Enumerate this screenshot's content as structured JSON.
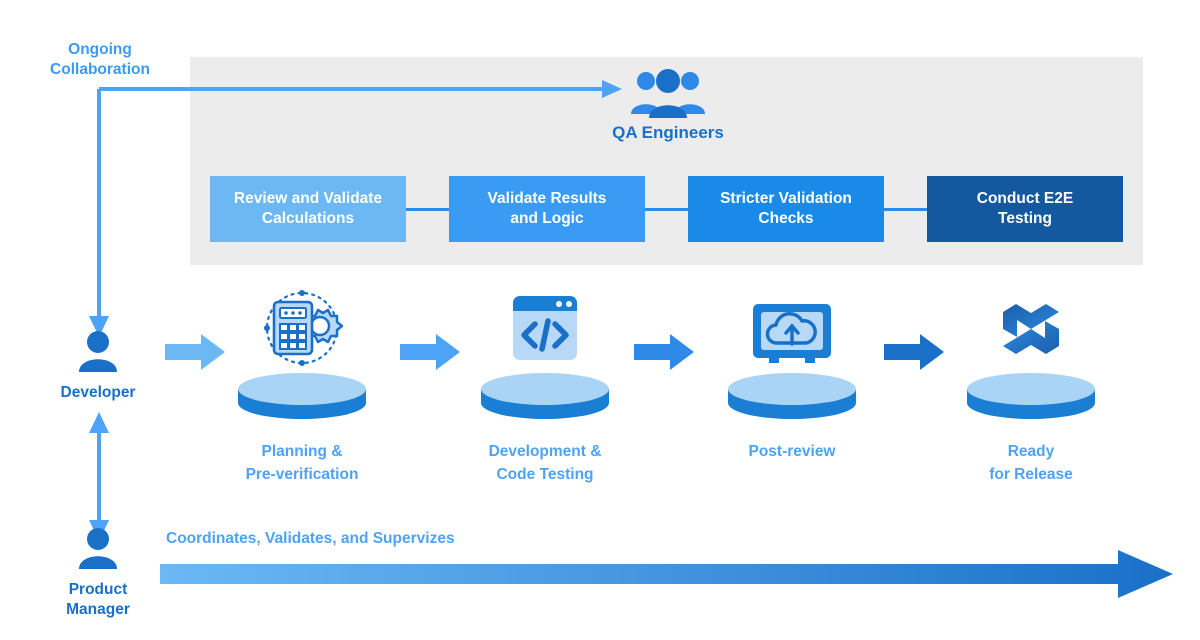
{
  "diagram": {
    "ongoing_collaboration_label": "Ongoing\nCollaboration",
    "ongoing_line1": "Ongoing",
    "ongoing_line2": "Collaboration",
    "qa_title": "QA Engineers",
    "qa_icon": "people-group-icon",
    "panel_color": "#ececec"
  },
  "qa_process": {
    "boxes": [
      {
        "line1": "Review and Validate",
        "line2": "Calculations",
        "color": "#6cb8f5"
      },
      {
        "line1": "Validate Results",
        "line2": "and Logic",
        "color": "#3a9bf4"
      },
      {
        "line1": "Stricter Validation",
        "line2": "Checks",
        "color": "#1a8ae8"
      },
      {
        "line1": "Conduct E2E",
        "line2": "Testing",
        "color": "#14599f"
      }
    ],
    "connector_color": "#2e8ae6"
  },
  "personas": [
    {
      "name": "Developer",
      "name_line1": "Developer",
      "name_line2": "",
      "icon": "person-icon"
    },
    {
      "name": "Product Manager",
      "name_line1": "Product",
      "name_line2": "Manager",
      "icon": "person-icon"
    }
  ],
  "pipeline": {
    "stages": [
      {
        "line1": "Planning &",
        "line2": "Pre-verification",
        "icon": "calculator-gear-icon"
      },
      {
        "line1": "Development &",
        "line2": "Code Testing",
        "icon": "code-window-icon"
      },
      {
        "line1": "Post-review",
        "line2": "",
        "icon": "cloud-upload-monitor-icon"
      },
      {
        "line1": "Ready",
        "line2": "for Release",
        "icon": "hexagon-s-logo-icon"
      }
    ],
    "arrows": [
      {
        "name": "flow-arrow-1",
        "color": "#6cb8f5"
      },
      {
        "name": "flow-arrow-2",
        "color": "#4da3f5"
      },
      {
        "name": "flow-arrow-3",
        "color": "#2e8ae6"
      },
      {
        "name": "flow-arrow-4",
        "color": "#1a70c8"
      }
    ]
  },
  "supervision": {
    "label": "Coordinates, Validates, and Supervizes",
    "gradient_from": "#6cb8f5",
    "gradient_to": "#1a70c8"
  },
  "colors": {
    "accent_light": "#6cb8f5",
    "accent": "#3a9bf4",
    "accent_mid": "#2e8ae6",
    "accent_dark": "#1a70c8",
    "accent_deepest": "#14599f",
    "panel_gray": "#ececec",
    "icon_pale": "#b7d9f7"
  }
}
